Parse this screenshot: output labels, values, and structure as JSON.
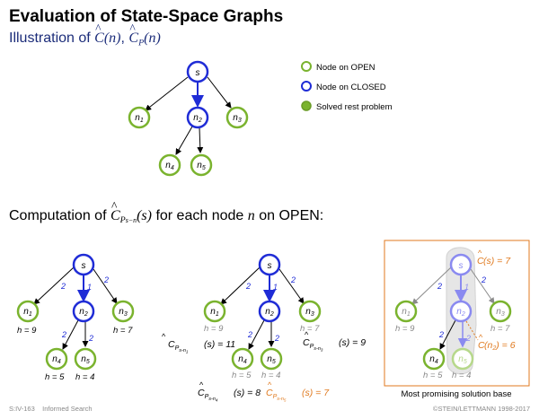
{
  "header": {
    "title": "Evaluation of State-Space Graphs",
    "subtitle_prefix": "Illustration of",
    "subtitle_terms": [
      "C(n)",
      "C_P(n)"
    ]
  },
  "legend": [
    {
      "label": "Node on OPEN",
      "color": "#7ab32e",
      "filled": false
    },
    {
      "label": "Node on CLOSED",
      "color": "#1f2cd6",
      "filled": false
    },
    {
      "label": "Solved rest problem",
      "color": "#7ab32e",
      "filled": true
    }
  ],
  "section": {
    "prefix": "Computation of",
    "term": "C_{P_{s-n}}(s)",
    "middle": "for each node",
    "var": "n",
    "suffix": "on OPEN:"
  },
  "top_graph": {
    "nodes": [
      "s",
      "n1",
      "n2",
      "n3",
      "n4",
      "n5"
    ],
    "closed": [
      "s",
      "n2"
    ],
    "open": [
      "n1",
      "n3",
      "n4",
      "n5"
    ]
  },
  "graph_left": {
    "edge_costs": {
      "s-n1": "2",
      "s-n2": "1",
      "s-n3": "2",
      "n2-n4": "2",
      "n2-n5": "2"
    },
    "h": {
      "n1": "h = 9",
      "n3": "h = 7",
      "n4": "h = 5",
      "n5": "h = 4"
    }
  },
  "graph_middle": {
    "edge_costs": {
      "s-n1": "2",
      "s-n2": "1",
      "s-n3": "2",
      "n2-n4": "2",
      "n2-n5": "2"
    },
    "h": {
      "n1": "h = 9",
      "n3": "h = 7",
      "n4": "h = 5",
      "n5": "h = 4"
    },
    "costs": {
      "n1": "(s) = 11",
      "n3": "(s) = 9",
      "n4": "(s) = 8",
      "n5": "(s) = 7"
    }
  },
  "graph_right": {
    "edge_costs": {
      "s-n1": "2",
      "s-n2": "1",
      "s-n3": "2",
      "n2-n4": "2",
      "n2-n5": "2"
    },
    "h": {
      "n1": "h = 9",
      "n3": "h = 7",
      "n4": "h = 5",
      "n5": "h = 4"
    },
    "annotation_s": "(s) = 7",
    "annotation_n2": "(n",
    "annotation_n2_tail": ") = 6",
    "caption": "Most promising solution base"
  },
  "footer": {
    "left_code": "S:IV-163",
    "left_topic": "Informed Search",
    "right": "©STEIN/LETTMANN 1998-2017"
  },
  "colors": {
    "open": "#7ab32e",
    "closed": "#1f2cd6",
    "highlight": "#e07a1f",
    "gray": "#888888",
    "title_blue": "#1c2d7a"
  }
}
